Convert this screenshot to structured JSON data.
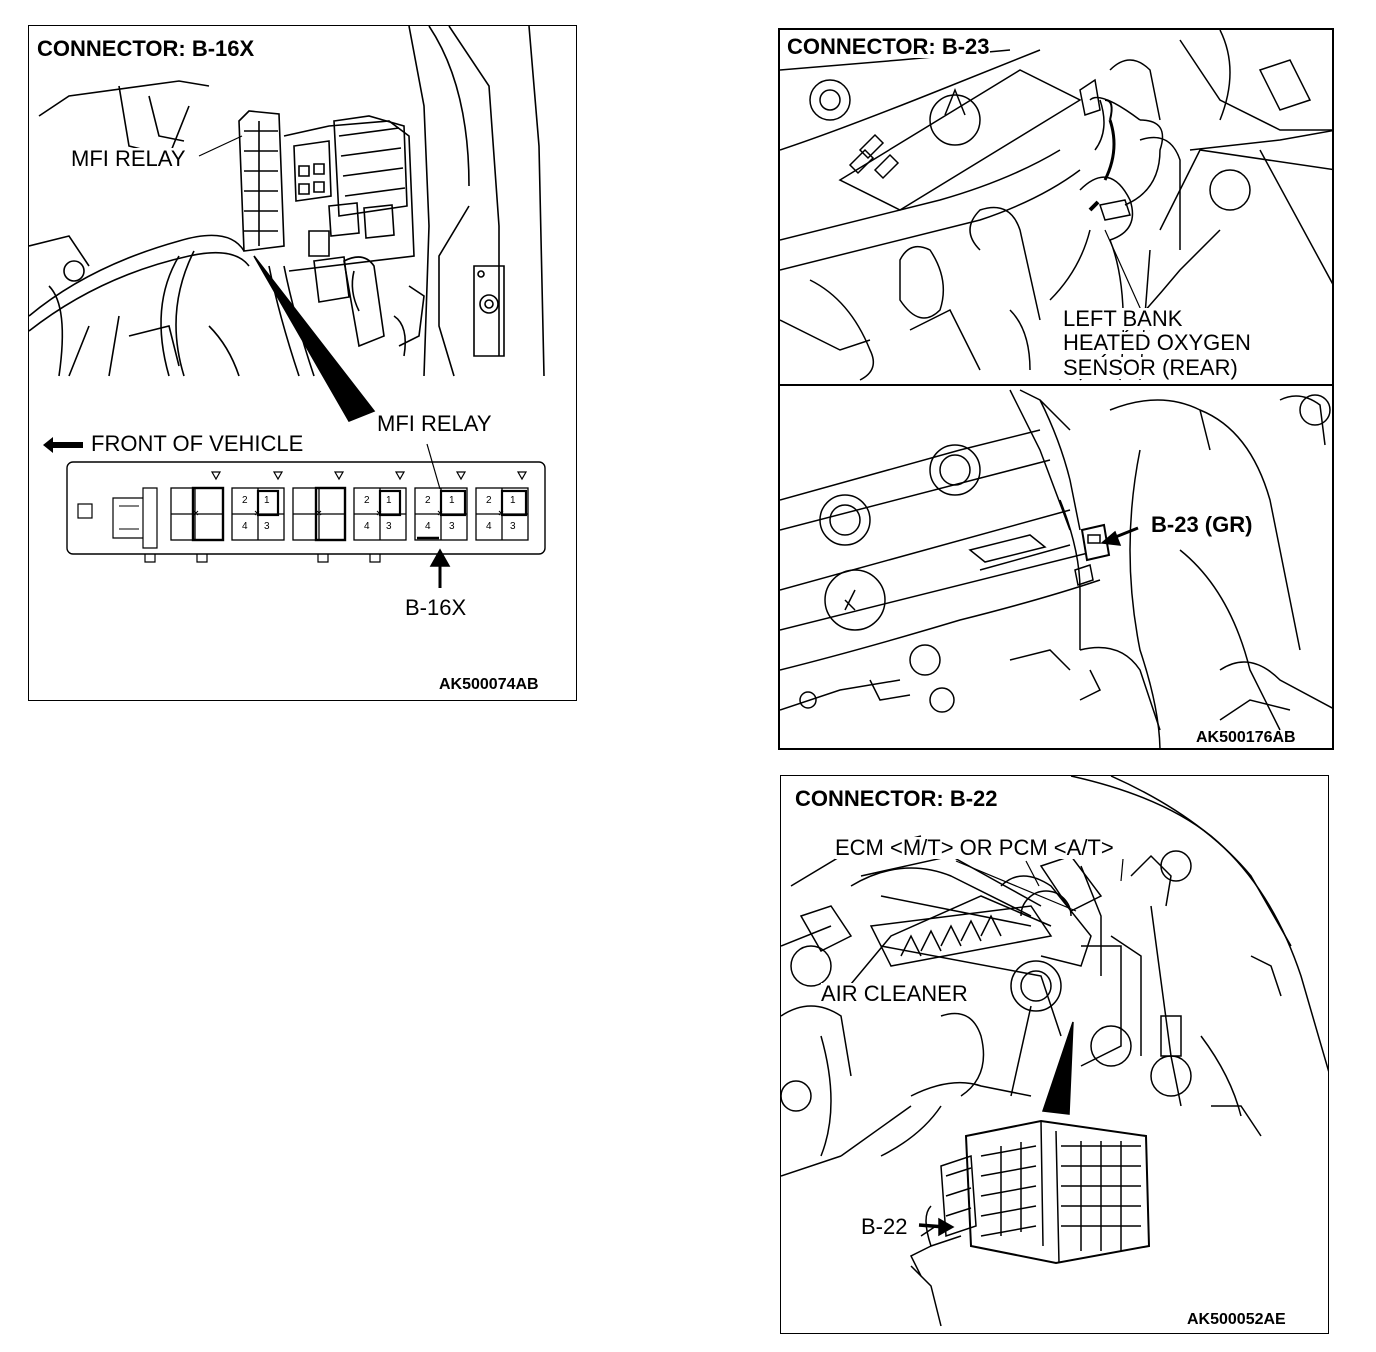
{
  "panels": {
    "b16x": {
      "title": "CONNECTOR: B-16X",
      "mfi_relay_top": "MFI RELAY",
      "front_of_vehicle": "FRONT OF VEHICLE",
      "mfi_relay_bottom": "MFI RELAY",
      "connector_label": "B-16X",
      "pins": [
        "2",
        "1",
        "4",
        "3"
      ],
      "figure_code": "AK500074AB"
    },
    "b23": {
      "title": "CONNECTOR: B-23",
      "sensor_line1": "LEFT BANK",
      "sensor_line2": "HEATED OXYGEN",
      "sensor_line3": "SENSOR (REAR)",
      "connector_label": "B-23 (GR)",
      "figure_code": "AK500176AB"
    },
    "b22": {
      "title": "CONNECTOR: B-22",
      "module_label": "ECM <M/T> OR PCM <A/T>",
      "air_cleaner": "AIR CLEANER",
      "connector_label": "B-22",
      "figure_code": "AK500052AE"
    }
  }
}
